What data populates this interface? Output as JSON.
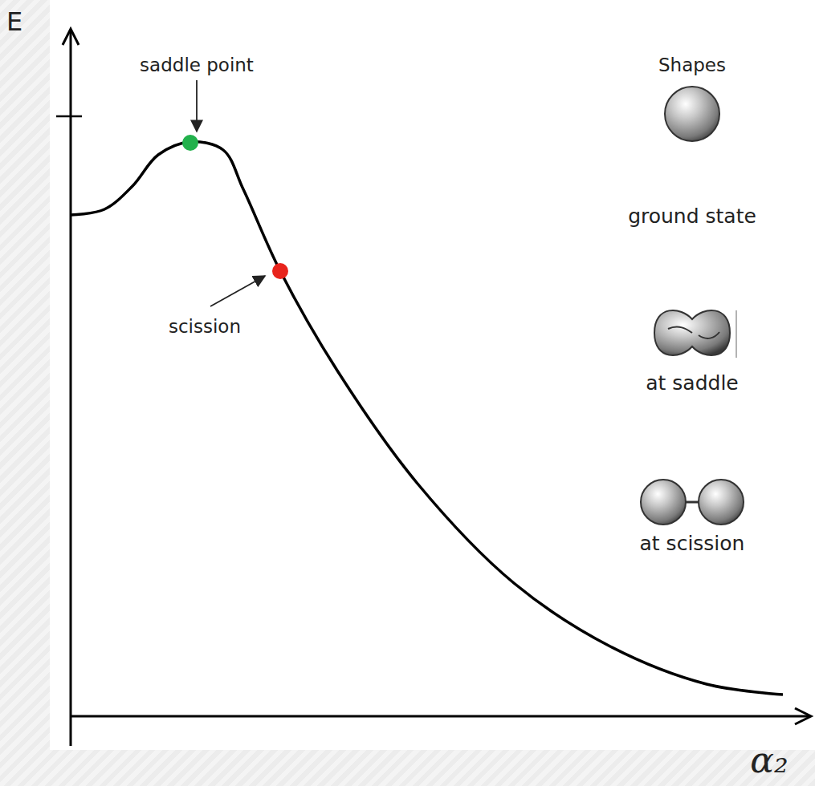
{
  "diagram": {
    "labels": [
      "E",
      "saddle point",
      "scission",
      "Shapes",
      "ground state",
      "at saddle",
      "at scission",
      "α₂"
    ]
  }
}
